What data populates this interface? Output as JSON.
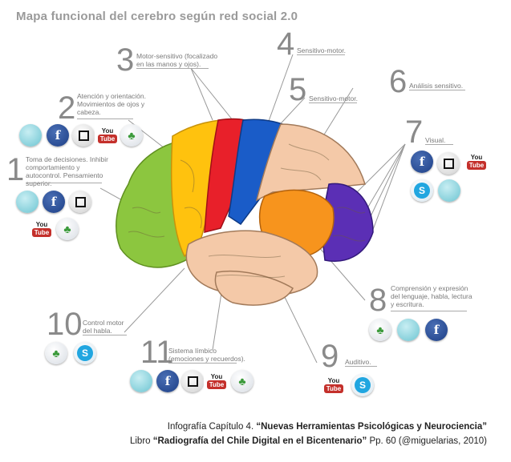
{
  "title": "Mapa funcional del cerebro según red social 2.0",
  "regions": [
    {
      "number": "1",
      "text": "Toma de decisiones. Inhibir comportamiento y autocontrol. Pensamiento superior."
    },
    {
      "number": "2",
      "text": "Atención y orientación. Movimientos de ojos y cabeza."
    },
    {
      "number": "3",
      "text": "Motor-sensitivo (focalizado en las manos y ojos)."
    },
    {
      "number": "4",
      "text": "Sensitivo-motor."
    },
    {
      "number": "5",
      "text": "Sensitivo-motor."
    },
    {
      "number": "6",
      "text": "Análisis sensitivo."
    },
    {
      "number": "7",
      "text": "Visual."
    },
    {
      "number": "8",
      "text": "Comprensión y expresión del lenguaje, habla, lectura y escritura."
    },
    {
      "number": "9",
      "text": "Auditivo."
    },
    {
      "number": "10",
      "text": "Control motor del habla."
    },
    {
      "number": "11",
      "text": "Sistema límbico (emociones y recuerdos)."
    }
  ],
  "icons": {
    "facebook": "f",
    "youtube_top": "You",
    "youtube_bottom": "Tube",
    "msn": "♣",
    "skype": "S"
  },
  "caption": {
    "line1_prefix": "Infografía Capítulo 4.",
    "line1_bold": "“Nuevas Herramientas Psicológicas y Neurociencia”",
    "line2_prefix": "Libro",
    "line2_bold": "“Radiografía del Chile Digital en el Bicentenario”",
    "line2_suffix": "Pp. 60 (@miguelarias, 2010)"
  },
  "colors": {
    "frontal_green": "#8cc63f",
    "prefrontal_yellow": "#ffc20e",
    "motor_red": "#e8202a",
    "sensory_blue": "#1a5cc8",
    "parietal_peach": "#f4c9a8",
    "temporal_orange": "#f7941d",
    "occipital_purple": "#5b2fb5"
  }
}
